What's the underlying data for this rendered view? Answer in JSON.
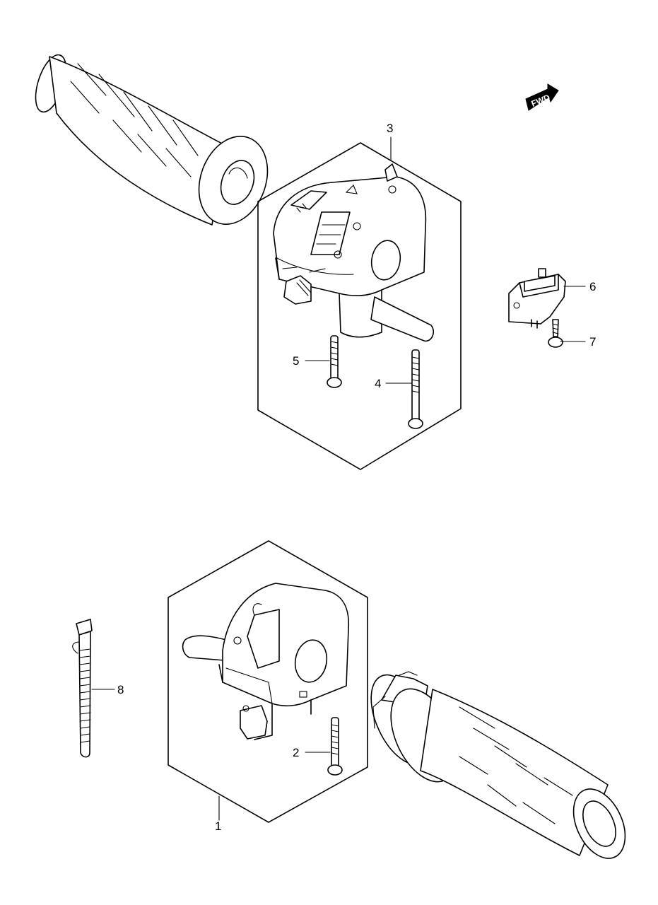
{
  "fwd_indicator": {
    "label": "FWD"
  },
  "parts": [
    {
      "ref": "1"
    },
    {
      "ref": "2"
    },
    {
      "ref": "3"
    },
    {
      "ref": "4"
    },
    {
      "ref": "5"
    },
    {
      "ref": "6"
    },
    {
      "ref": "7"
    },
    {
      "ref": "8"
    }
  ]
}
